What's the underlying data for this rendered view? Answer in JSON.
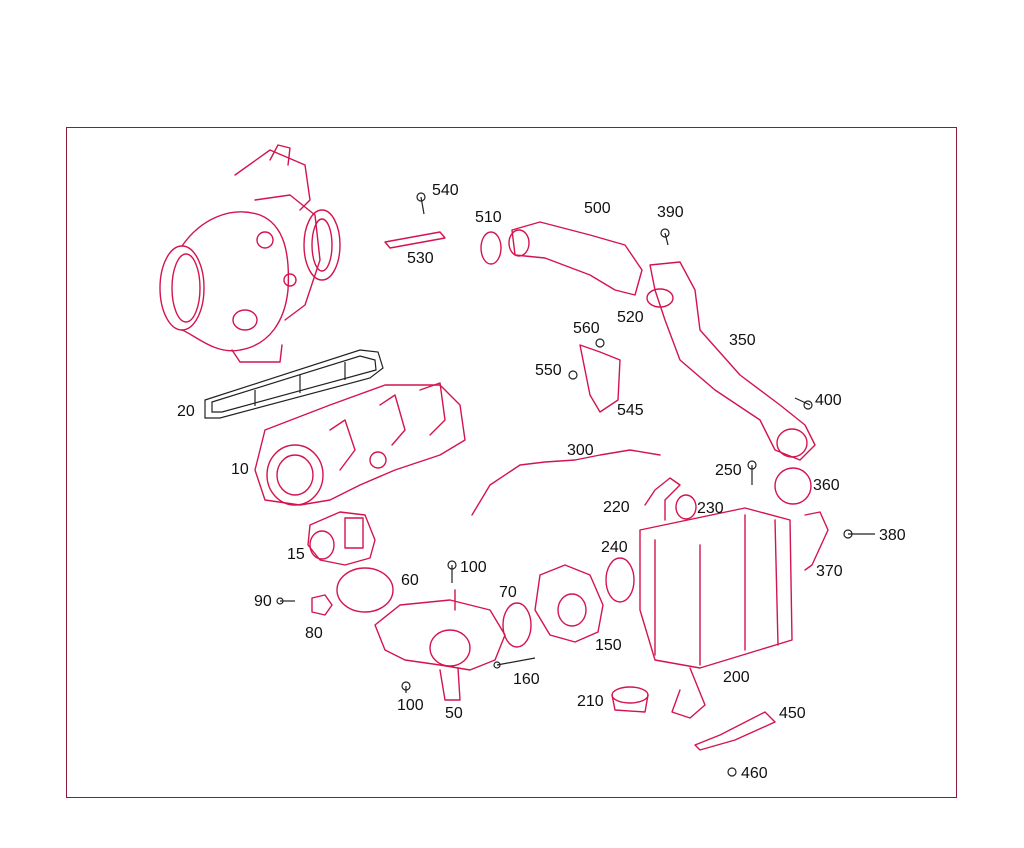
{
  "colors": {
    "frame": "#8a1c3c",
    "parts": "#d4144f",
    "text": "#111111"
  },
  "labels": {
    "p540": "540",
    "p510": "510",
    "p500": "500",
    "p390": "390",
    "p530": "530",
    "p520": "520",
    "p560": "560",
    "p350": "350",
    "p550": "550",
    "p400": "400",
    "p545": "545",
    "p20": "20",
    "p300": "300",
    "p250": "250",
    "p10": "10",
    "p360": "360",
    "p220": "220",
    "p230": "230",
    "p380": "380",
    "p240": "240",
    "p15": "15",
    "p370": "370",
    "p100a": "100",
    "p60": "60",
    "p70": "70",
    "p90": "90",
    "p80": "80",
    "p150": "150",
    "p160": "160",
    "p200": "200",
    "p210": "210",
    "p100b": "100",
    "p450": "450",
    "p50": "50",
    "p460": "460"
  }
}
